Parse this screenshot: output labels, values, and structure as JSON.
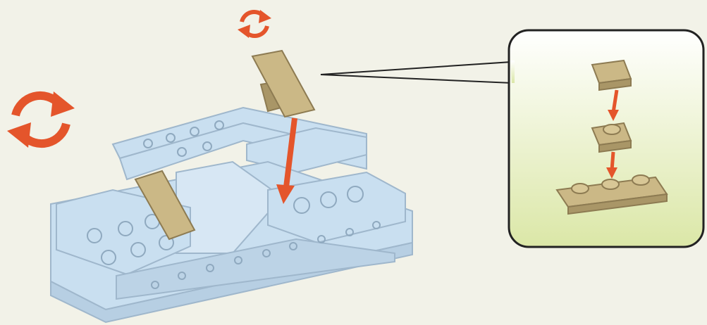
{
  "page": {
    "background": "#f2f2e8"
  },
  "colors": {
    "arrow": "#e4552b",
    "rotate_icon": "#e4552b",
    "light_blue_brick": "#c9dff0",
    "light_blue_edge": "#9fb7cc",
    "tan_brick": "#cbb886",
    "tan_edge": "#8d7b52",
    "callout_top": "#ffffff",
    "callout_bottom": "#dbe7a7",
    "callout_border": "#222222"
  },
  "icons": {
    "small_rotate": "rotate-arrows-icon",
    "large_rotate": "rotate-arrows-icon"
  },
  "callout": {
    "steps": [
      "tile-1x1",
      "plate-round-1x1",
      "plate-1x3-jumper"
    ]
  }
}
